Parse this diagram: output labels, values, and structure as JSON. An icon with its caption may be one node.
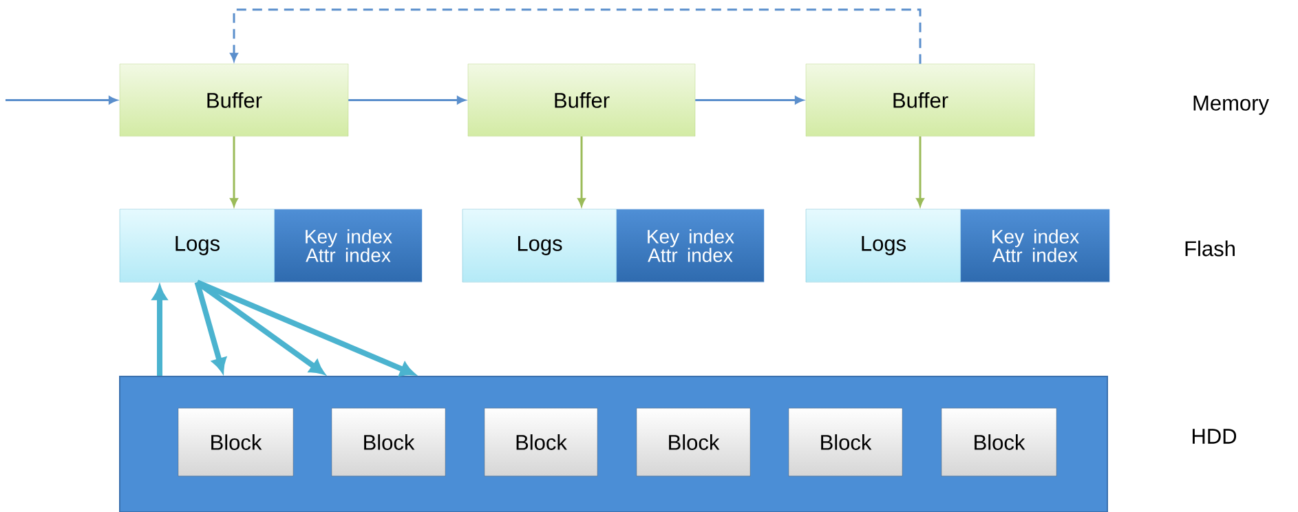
{
  "diagram": {
    "nodes": [
      {
        "text": [
          "Buffer"
        ]
      },
      {
        "text": [
          "Buffer"
        ]
      },
      {
        "text": [
          "Buffer"
        ]
      },
      {
        "text": [
          "Logs"
        ]
      },
      {
        "text": [
          "Key index Attr index"
        ]
      },
      {
        "text": [
          "Logs"
        ]
      },
      {
        "text": [
          "Key index Attr index"
        ]
      },
      {
        "text": [
          "Logs"
        ]
      },
      {
        "text": [
          "Key index Attr index"
        ]
      },
      {
        "text": [],
        "shape": "box"
      },
      {
        "text": [
          "Block"
        ],
        "in": 9
      },
      {
        "text": [
          "Block"
        ],
        "in": 9
      },
      {
        "text": [
          "Block"
        ],
        "in": 9
      },
      {
        "text": [
          "Block"
        ],
        "in": 9
      },
      {
        "text": [
          "Block"
        ],
        "in": 9
      },
      {
        "text": [
          "Block"
        ],
        "in": 9
      }
    ],
    "edges": [
      {
        "from": null,
        "to": 0,
        "arrow": "to"
      },
      {
        "from": 0,
        "to": 1,
        "arrow": "to"
      },
      {
        "from": 1,
        "to": 2,
        "arrow": "to"
      },
      {
        "from": 2,
        "to": 0,
        "arrow": "to",
        "style": "dashed"
      },
      {
        "from": 0,
        "to": 3,
        "arrow": "to",
        "color": "#9bbb59"
      },
      {
        "from": 1,
        "to": 5,
        "arrow": "to",
        "color": "#9bbb59"
      },
      {
        "from": 2,
        "to": 7,
        "arrow": "to",
        "color": "#9bbb59"
      },
      {
        "from": 9,
        "to": 3,
        "arrow": "to",
        "style": "thick",
        "color": "#4bb3cf"
      },
      {
        "from": 3,
        "to": 9,
        "arrow": "to",
        "style": "thick",
        "color": "#4bb3cf"
      },
      {
        "from": 3,
        "to": 9,
        "arrow": "to",
        "style": "thick",
        "color": "#4bb3cf"
      },
      {
        "from": 3,
        "to": 9,
        "arrow": "to",
        "style": "thick",
        "color": "#4bb3cf"
      }
    ],
    "labels": [
      "Memory",
      "Flash",
      "HDD"
    ]
  }
}
